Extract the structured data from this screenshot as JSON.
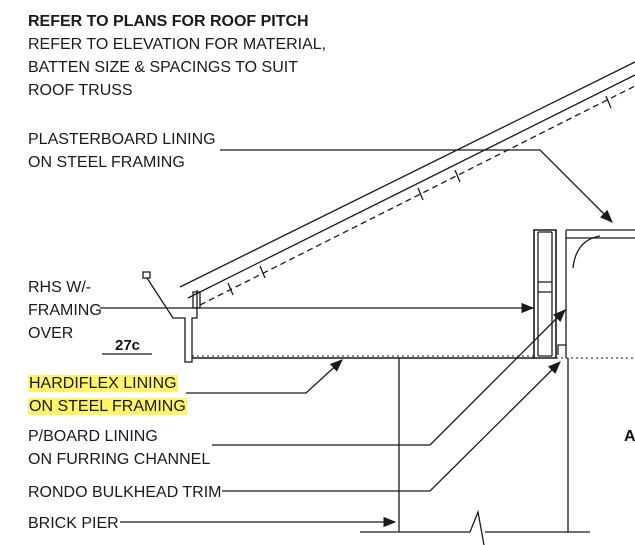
{
  "notes": {
    "roof_pitch": {
      "lines": [
        "REFER TO PLANS FOR ROOF PITCH",
        "REFER TO ELEVATION FOR MATERIAL,",
        "BATTEN SIZE & SPACINGS TO SUIT",
        "ROOF TRUSS"
      ]
    },
    "plasterboard": {
      "lines": [
        "PLASTERBOARD LINING",
        "ON STEEL FRAMING"
      ]
    },
    "rhs": {
      "lines": [
        "RHS W/-",
        "FRAMING",
        "OVER"
      ]
    },
    "hardiflex": {
      "lines": [
        "HARDIFLEX LINING",
        "ON STEEL FRAMING"
      ],
      "highlight_color": "#fff46a"
    },
    "pboard": {
      "lines": [
        "P/BOARD LINING",
        "ON FURRING CHANNEL"
      ]
    },
    "rondo": {
      "lines": [
        "RONDO BULKHEAD TRIM"
      ]
    },
    "brick": {
      "lines": [
        "BRICK PIER"
      ]
    }
  },
  "tags": {
    "detail_ref": "27c",
    "edge_letter": "A"
  },
  "colors": {
    "line": "#1a1a1a",
    "highlight": "#fff46a"
  }
}
